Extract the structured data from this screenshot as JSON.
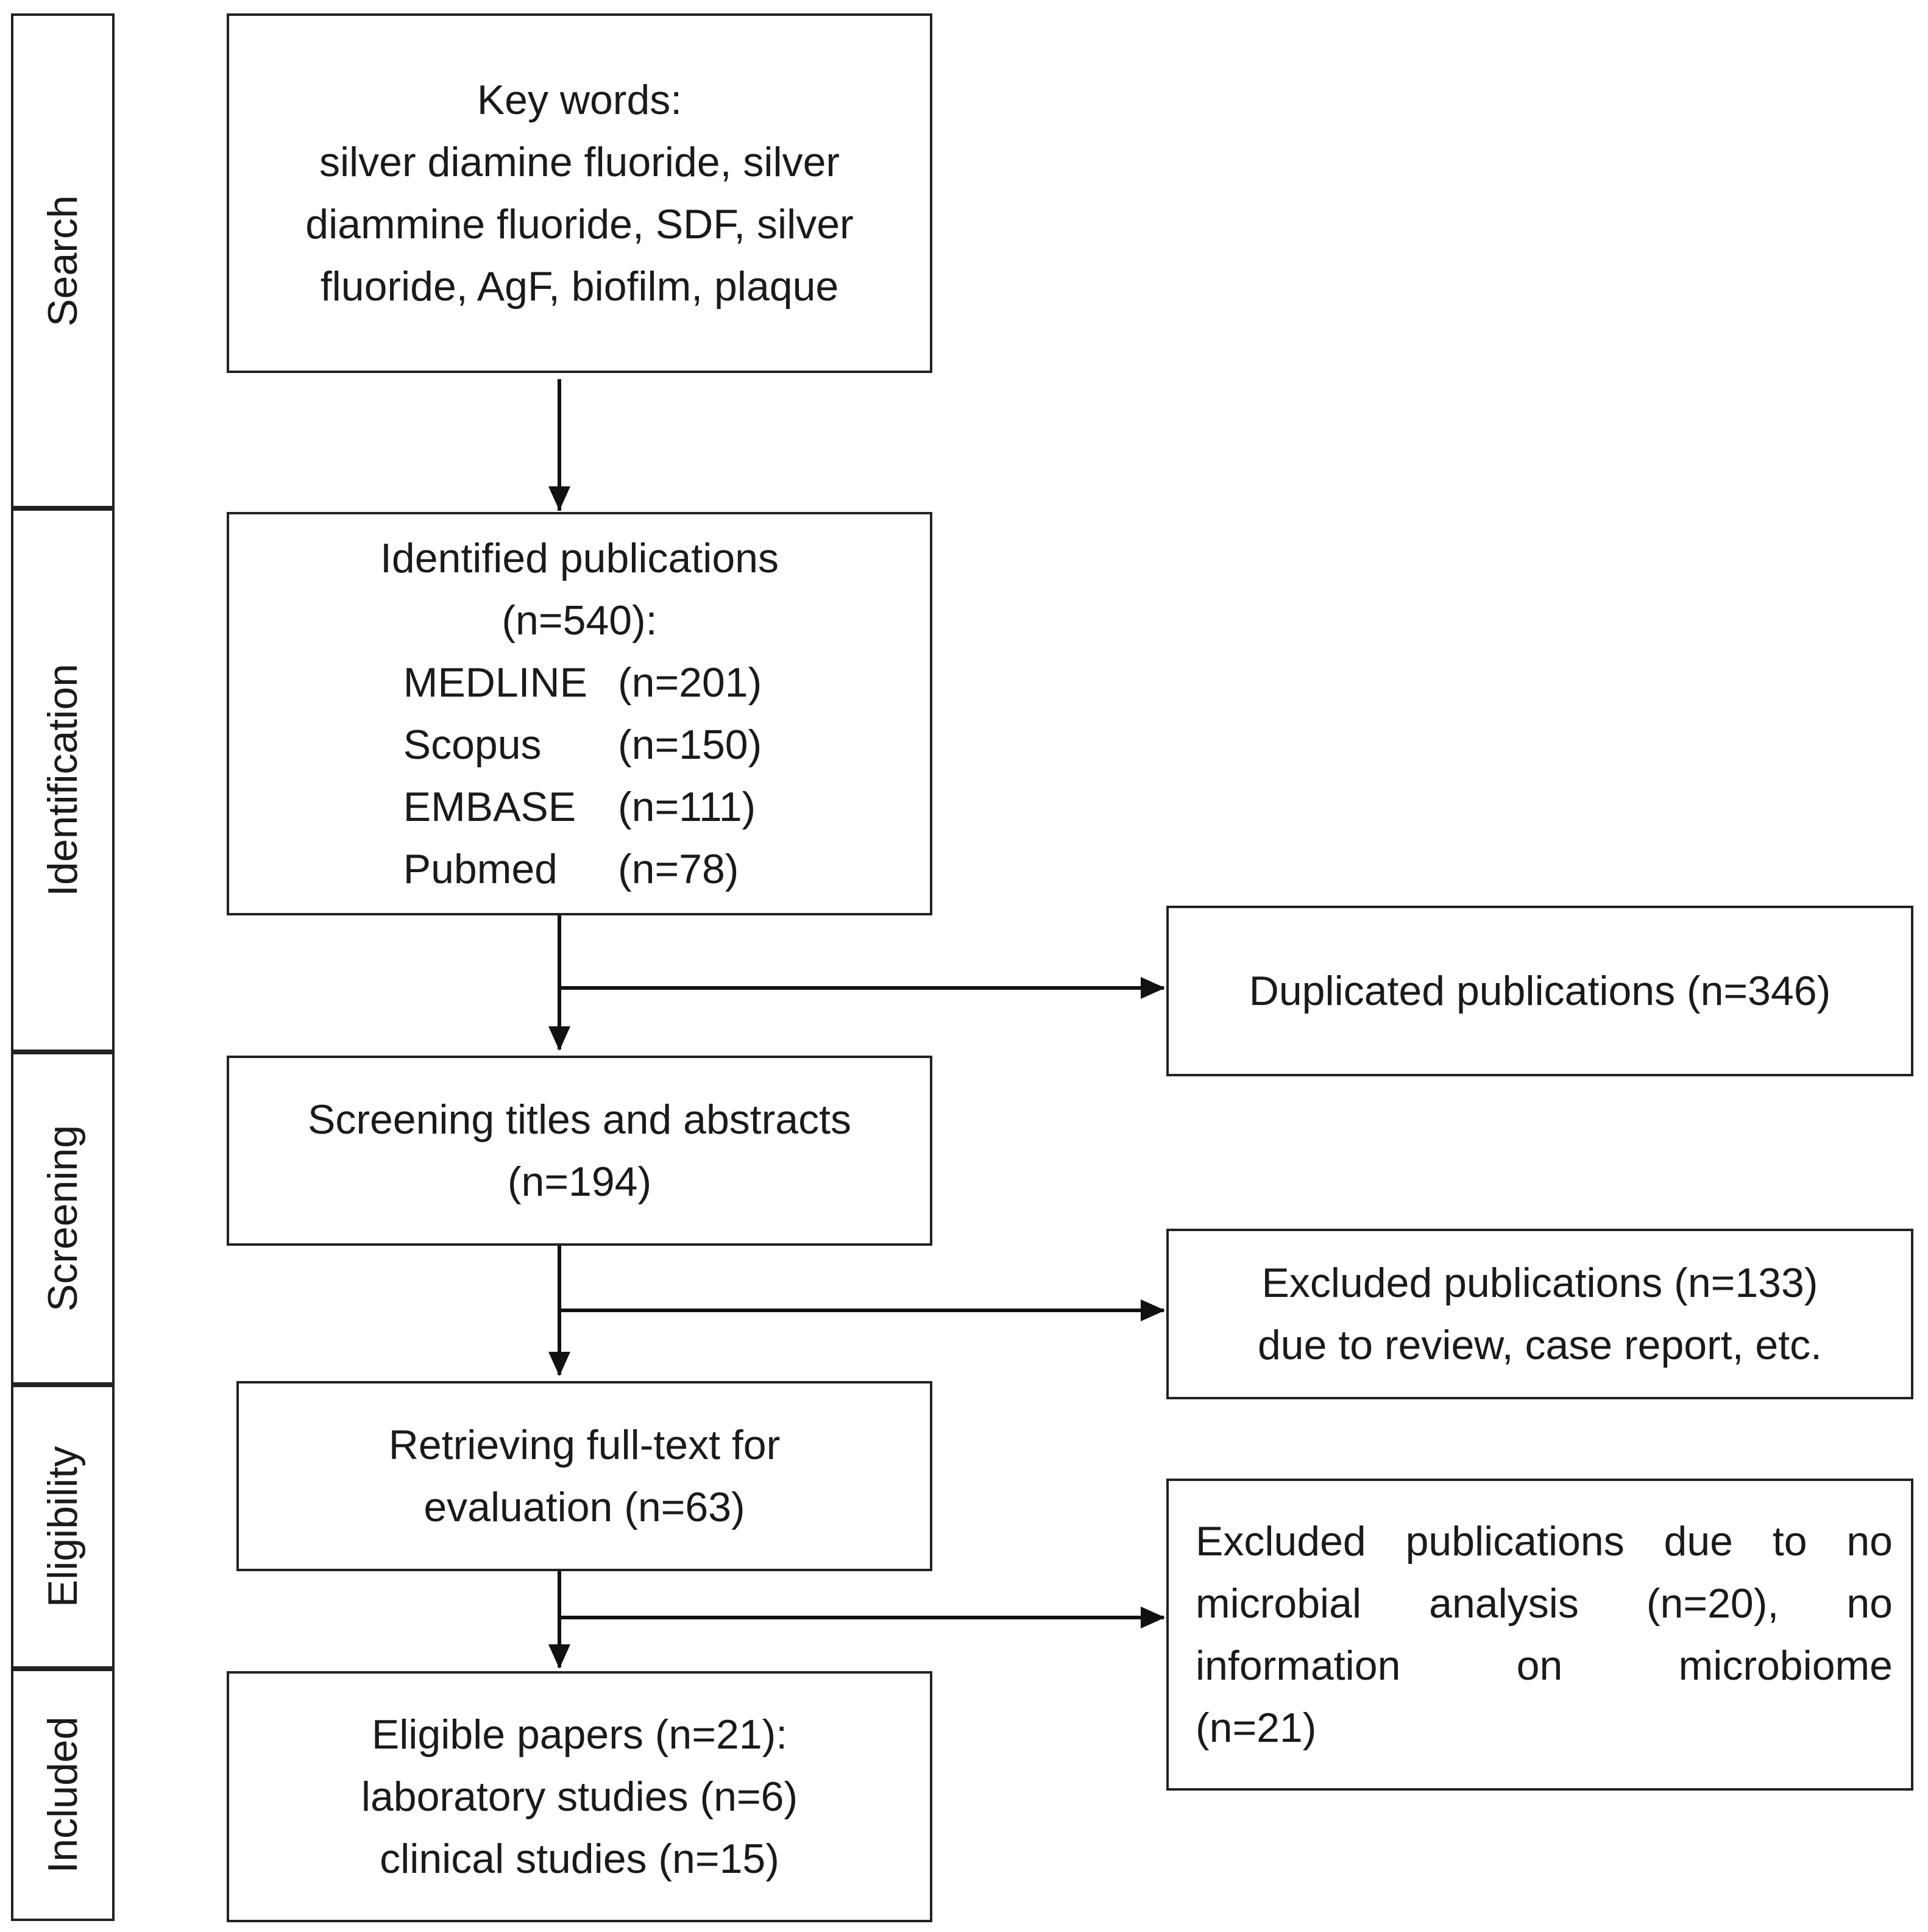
{
  "stages": [
    "Search",
    "Identification",
    "Screening",
    "Eligibility",
    "Included"
  ],
  "search_box": {
    "lines": [
      "Key words:",
      "silver diamine fluoride, silver",
      "diammine fluoride, SDF, silver",
      "fluoride, AgF, biofilm, plaque"
    ]
  },
  "identification_box": {
    "title": "Identified publications",
    "total": "(n=540):",
    "sources": [
      {
        "name": "MEDLINE",
        "count": "(n=201)"
      },
      {
        "name": "Scopus",
        "count": "(n=150)"
      },
      {
        "name": "EMBASE",
        "count": "(n=111)"
      },
      {
        "name": "Pubmed",
        "count": "(n=78)"
      }
    ]
  },
  "screening_box": {
    "lines": [
      "Screening titles and abstracts",
      "(n=194)"
    ]
  },
  "eligibility_box": {
    "lines": [
      "Retrieving full-text for",
      "evaluation (n=63)"
    ]
  },
  "included_box": {
    "lines": [
      "Eligible papers (n=21):",
      "laboratory studies (n=6)",
      "clinical studies (n=15)"
    ]
  },
  "side_boxes": {
    "duplicates": {
      "lines": [
        "Duplicated publications (n=346)"
      ]
    },
    "excluded_screening": {
      "lines": [
        "Excluded publications (n=133)",
        "due to review, case report, etc."
      ]
    },
    "excluded_eligibility": {
      "lines": [
        "Excluded publications due to no",
        "microbial analysis (n=20), no",
        "information on microbiome"
      ],
      "last_line": "(n=21)"
    }
  }
}
